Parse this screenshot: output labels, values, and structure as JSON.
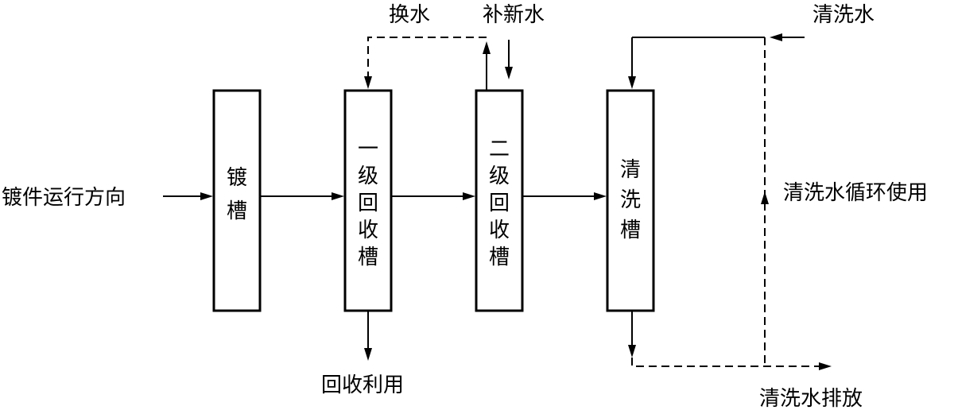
{
  "labels": {
    "direction": "镀件运行方向",
    "exchange_water": "换水",
    "makeup_water": "补新水",
    "rinse_water_in": "清洗水",
    "rinse_recycle": "清洗水循环使用",
    "recovery_use": "回收利用",
    "rinse_discharge": "清洗水排放"
  },
  "tanks": [
    {
      "id": "plating-tank",
      "lines": [
        "镀",
        "槽"
      ]
    },
    {
      "id": "primary-recovery-tank",
      "lines": [
        "一",
        "级",
        "回",
        "收",
        "槽"
      ]
    },
    {
      "id": "secondary-recovery-tank",
      "lines": [
        "二",
        "级",
        "回",
        "收",
        "槽"
      ]
    },
    {
      "id": "rinse-tank",
      "lines": [
        "清",
        "洗",
        "槽"
      ]
    }
  ]
}
